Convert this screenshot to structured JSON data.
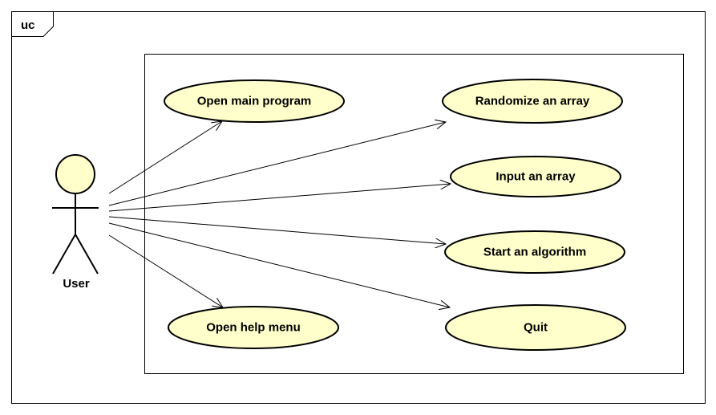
{
  "frame": {
    "label": "uc"
  },
  "actor": {
    "name": "User"
  },
  "use_cases": [
    {
      "id": "uc-open-main-program",
      "label": "Open main program"
    },
    {
      "id": "uc-randomize-array",
      "label": "Randomize an array"
    },
    {
      "id": "uc-input-array",
      "label": "Input an array"
    },
    {
      "id": "uc-start-algorithm",
      "label": "Start an algorithm"
    },
    {
      "id": "uc-open-help-menu",
      "label": "Open help menu"
    },
    {
      "id": "uc-quit",
      "label": "Quit"
    }
  ],
  "colors": {
    "usecase_fill": "#ffffcc",
    "actor_head_fill": "#ffffcc",
    "line": "#000000",
    "background": "#ffffff"
  }
}
